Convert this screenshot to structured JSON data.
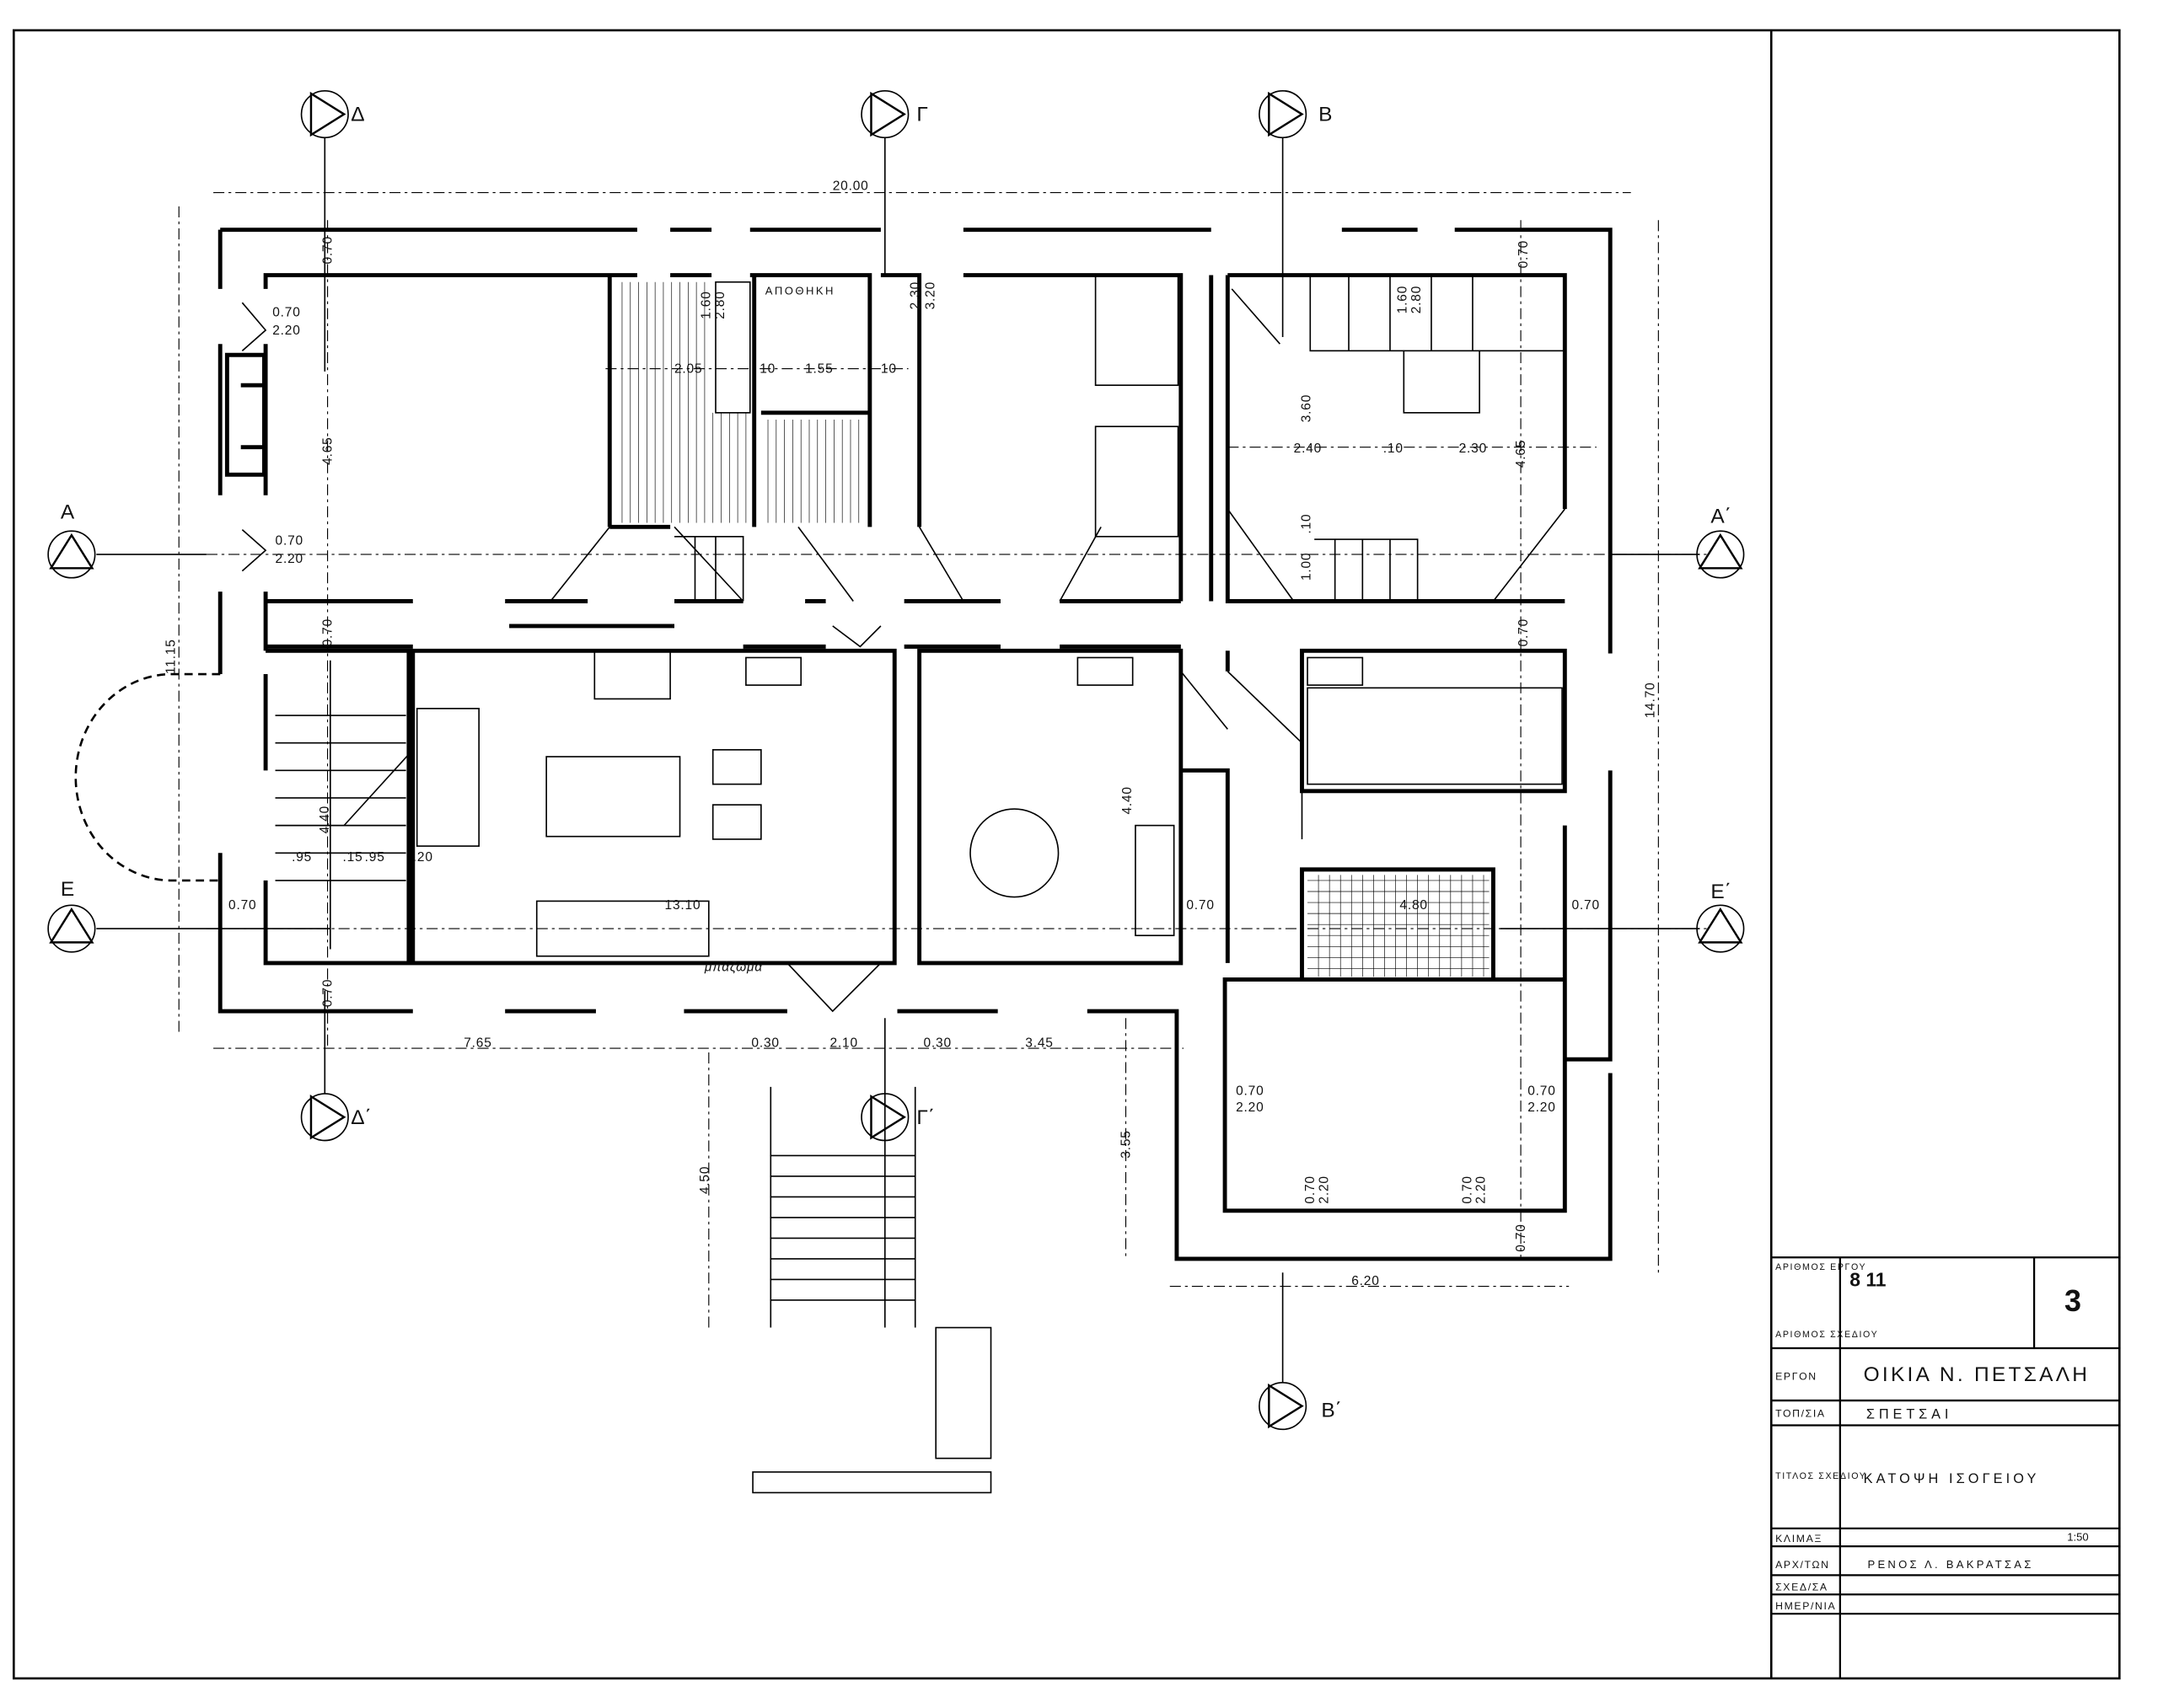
{
  "drawing": {
    "sections": {
      "d": "Δ",
      "g": "Γ",
      "b": "Β",
      "a": "Α",
      "a2": "Α΄",
      "e": "Ε",
      "e2": "Ε΄",
      "d2": "Δ΄",
      "g2": "Γ΄",
      "b2": "Β΄"
    },
    "room_labels": {
      "storage": "ΑΠΟΘΗΚΗ",
      "fill": "μπάζωμα"
    },
    "dimensions": {
      "overall_width": "20.00",
      "overall_depth_left": "11.15",
      "overall_depth_right": "14.70",
      "wall_top_left": "0.70",
      "win1_top": "0.70",
      "win1_bottom": "2.20",
      "room1_depth": "4.65",
      "win2_top": "0.70",
      "win2_bottom": "2.20",
      "wall_mid_left": "0.70",
      "bath_width": "2.05",
      "part1": "10",
      "storage_width": "1.55",
      "part2": "10",
      "bath_h1": "1.60",
      "bath_h2": "2.80",
      "door_h1": "2.30",
      "door_h2": "3.20",
      "stair_depth": "3.60",
      "stair_w1": "2.40",
      "stair_part": ".10",
      "stair_w2": "2.30",
      "stair_room_depth": "4.65",
      "stair_h1": "1.60",
      "stair_h2": "2.80",
      "wall_top_right": "0.70",
      "lower_stair": "1.00",
      "lower_part": ".10",
      "wall_mid_right": "0.70",
      "stair2_depth": "4.40",
      "s_a": ".95",
      "s_b": ".15",
      "s_c": ".95",
      "s_d": ".20",
      "wall_left_e": "0.70",
      "living_width": "13.10",
      "wall_bottom_left": "0.70",
      "dining_depth": "4.40",
      "wall_e_mid": "0.70",
      "bath2": "4.80",
      "wall_right_e": "0.70",
      "b1": "7.65",
      "b2": "0.30",
      "b3": "2.10",
      "b4": "0.30",
      "b5": "3.45",
      "win3_top": "0.70",
      "win3_bottom": "2.20",
      "win4_top": "0.70",
      "win4_bottom": "2.20",
      "wing_depth": "3.55",
      "steps_depth": "4.50",
      "win5_top": "0.70",
      "win5_bottom": "2.20",
      "win6_top": "0.70",
      "win6_bottom": "2.20",
      "wall_wing_bottom": "0.70",
      "wing_width": "6.20"
    }
  },
  "title_block": {
    "project_no_label": "ΑΡΙΘΜΟΣ ΕΡΓΟΥ",
    "project_no": "8 11",
    "drawing_no_label": "ΑΡΙΘΜΟΣ ΣΧΕΔΙΟΥ",
    "drawing_no": "3",
    "project_label": "ΕΡΓΟΝ",
    "project": "ΟΙΚΙΑ   Ν. ΠΕΤΣΑΛΗ",
    "location_label": "ΤΟΠ/ΣΙΑ",
    "location": "ΣΠΕΤΣΑΙ",
    "title_label": "ΤΙΤΛΟΣ ΣΧΕΔΙΟΥ",
    "title": "ΚΑΤΟΨΗ   ΙΣΟΓΕΙΟΥ",
    "scale_label": "ΚΛΙΜΑΞ",
    "scale": "1:50",
    "architect_label": "ΑΡΧ/ΤΩΝ",
    "architect": "ΡΕΝΟΣ   Λ.   ΒΑΚΡΑΤΣΑΣ",
    "drafter_label": "ΣΧΕΔ/ΣΑ",
    "date_label": "ΗΜΕΡ/ΝΙΑ"
  }
}
